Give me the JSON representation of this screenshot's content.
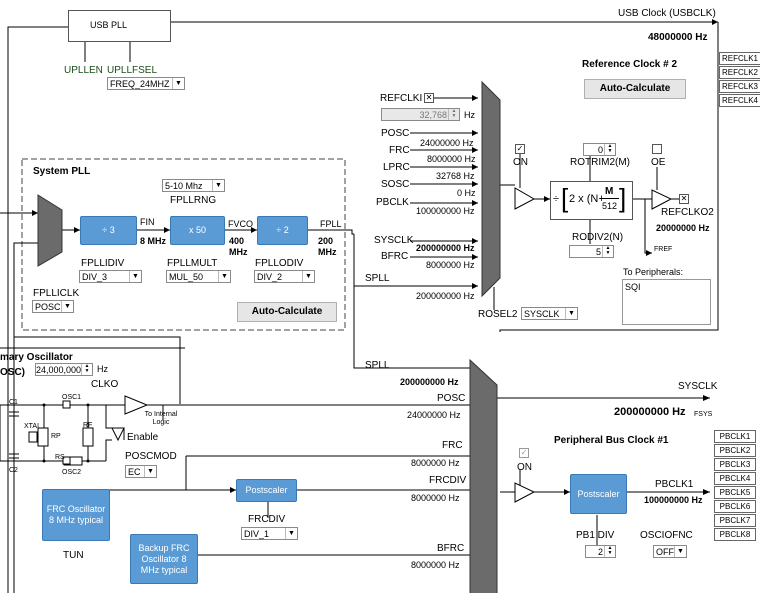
{
  "usb": {
    "pll_label": "USB PLL",
    "upllen": "UPLLEN",
    "upllfsel": "UPLLFSEL",
    "fsel_value": "FREQ_24MHZ",
    "clock_label": "USB Clock (USBCLK)",
    "clock_value": "48000000 Hz"
  },
  "refclk": {
    "title": "Reference Clock # 2",
    "auto_label": "Auto-Calculate",
    "refclki": "REFCLKI",
    "refclki_value": "32,768",
    "hz": "Hz",
    "inputs": [
      {
        "name": "POSC",
        "value": "24000000 Hz"
      },
      {
        "name": "FRC",
        "value": "8000000 Hz"
      },
      {
        "name": "LPRC",
        "value": "32768 Hz"
      },
      {
        "name": "SOSC",
        "value": "0 Hz"
      },
      {
        "name": "PBCLK",
        "value": "100000000 Hz"
      },
      {
        "name": "SYSCLK",
        "value": "200000000 Hz"
      },
      {
        "name": "BFRC",
        "value": "8000000 Hz"
      }
    ],
    "spll_value": "200000000 Hz",
    "on": "ON",
    "rotrim": "ROTRIM2(M)",
    "rotrim_value": "0",
    "formula_pre": "2 x (N+",
    "formula_m": "M",
    "formula_den": "512",
    "rodiv": "RODIV2(N)",
    "rodiv_value": "5",
    "oe": "OE",
    "refclko": "REFCLKO2",
    "refclko_value": "20000000 Hz",
    "fref": "FREF",
    "to_peripherals": "To Peripherals:",
    "peripherals_text": "SQI",
    "rosel": "ROSEL2",
    "rosel_value": "SYSCLK",
    "div_sym": "÷"
  },
  "refclk_tabs": [
    "REFCLK1",
    "REFCLK2",
    "REFCLK3",
    "REFCLK4"
  ],
  "spll": {
    "title": "System PLL",
    "fplliclk": "FPLLICLK",
    "fplliclk_value": "POSC",
    "div3": "÷ 3",
    "fin": "FIN",
    "fin_value": "8 MHz",
    "fpllrng": "FPLLRNG",
    "fpllrng_value": "5-10 Mhz",
    "x50": "x 50",
    "fvco": "FVCO",
    "fvco_value": "400 MHz",
    "div2": "÷ 2",
    "fpll": "FPLL",
    "fpll_value": "200 MHz",
    "fpllidiv": "FPLLIDIV",
    "fpllidiv_value": "DIV_3",
    "fpllmult": "FPLLMULT",
    "fpllmult_value": "MUL_50",
    "fpllodiv": "FPLLODIV",
    "fpllodiv_value": "DIV_2",
    "auto_label": "Auto-Calculate",
    "spll": "SPLL"
  },
  "posc": {
    "title": "mary Oscillator",
    "osc": "OSC)",
    "value": "24,000,000",
    "hz": "Hz",
    "clko": "CLKO",
    "c1": "C1",
    "c2": "C2",
    "xtal": "XTAL",
    "rp": "RP",
    "rf": "RF",
    "rs": "RS",
    "osc1": "OSC1",
    "osc2": "OSC2",
    "to_internal": "To Internal Logic",
    "enable": "Enable",
    "poscmod": "POSCMOD",
    "poscmod_value": "EC"
  },
  "sysclk": {
    "spll": "SPLL",
    "spll_value": "200000000 Hz",
    "posc": "POSC",
    "posc_value": "24000000 Hz",
    "frc": "FRC",
    "frc_value": "8000000 Hz",
    "frcdiv": "FRCDIV",
    "frcdiv_value": "8000000 Hz",
    "bfrc": "BFRC",
    "bfrc_value": "8000000 Hz",
    "label": "SYSCLK",
    "value": "200000000 Hz",
    "fsys": "FSYS"
  },
  "frc": {
    "osc_label": "FRC Oscillator 8 MHz typical",
    "tun": "TUN",
    "postscaler": "Postscaler",
    "frcdiv": "FRCDIV",
    "frcdiv_value": "DIV_1",
    "backup_label": "Backup FRC Oscillator 8 MHz typical"
  },
  "pbclk": {
    "title": "Peripheral Bus Clock #1",
    "on": "ON",
    "postscaler": "Postscaler",
    "pbclk1": "PBCLK1",
    "pbclk1_value": "100000000 Hz",
    "pb1div": "PB1 DIV",
    "pb1div_value": "2",
    "osciofnc": "OSCIOFNC",
    "osciofnc_value": "OFF"
  },
  "pbclk_tabs": [
    "PBCLK1",
    "PBCLK2",
    "PBCLK3",
    "PBCLK4",
    "PBCLK5",
    "PBCLK6",
    "PBCLK7",
    "PBCLK8"
  ]
}
